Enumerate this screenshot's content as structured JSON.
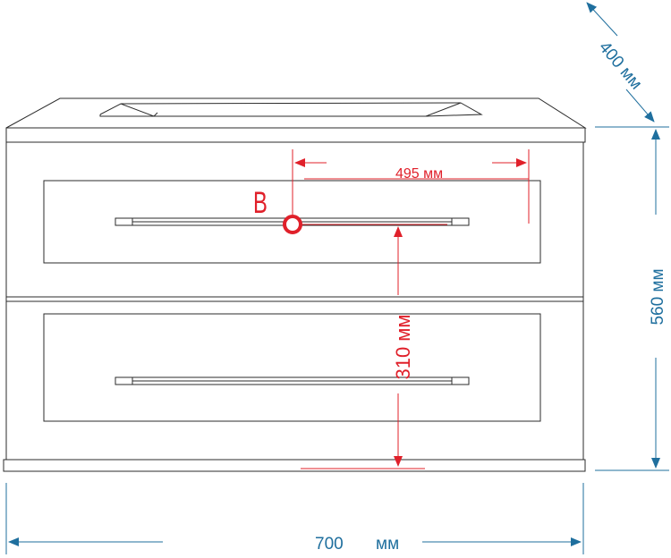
{
  "dimensions": {
    "width": "700",
    "width_unit": "мм",
    "height": "560 мм",
    "depth": "400 мм",
    "drain_height": "310 мм",
    "drain_offset": "495 мм",
    "drain_marker": "B"
  },
  "colors": {
    "outline": "#2b2b2b",
    "dimension_blue": "#1f6f9e",
    "annotation_red": "#e0202a",
    "background": "#ffffff"
  }
}
